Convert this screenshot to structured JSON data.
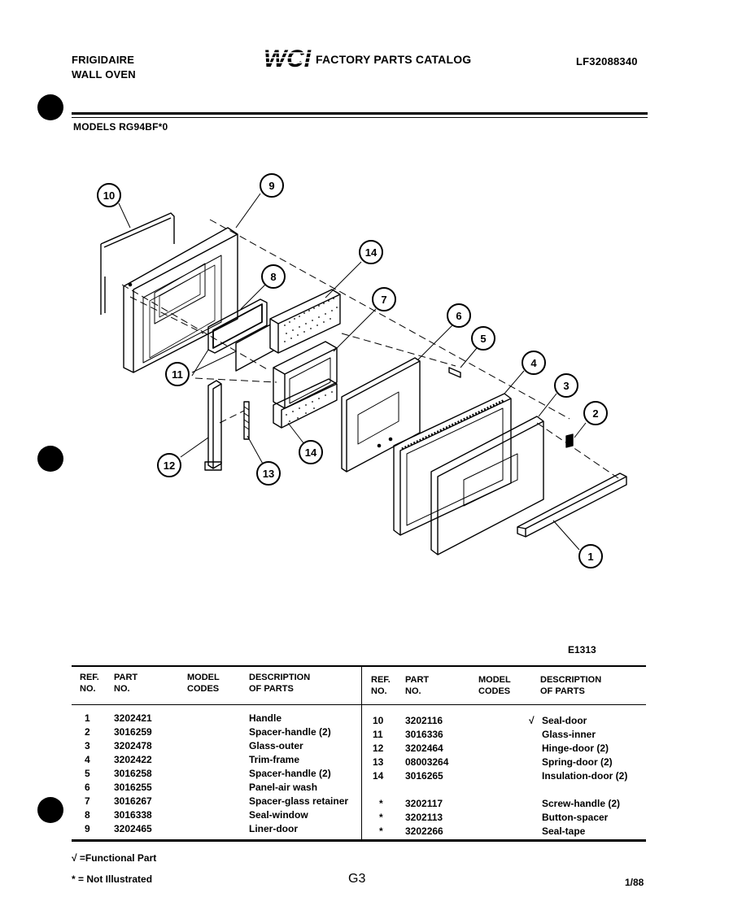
{
  "header": {
    "brand_line1": "FRIGIDAIRE",
    "brand_line2": "WALL OVEN",
    "logo": "WCI",
    "catalog_title": "FACTORY PARTS CATALOG",
    "catalog_no": "LF32088340",
    "models": "MODELS RG94BF*0"
  },
  "diagram": {
    "callouts": [
      "10",
      "9",
      "14",
      "8",
      "7",
      "6",
      "5",
      "4",
      "3",
      "2",
      "11",
      "12",
      "13",
      "14",
      "1"
    ],
    "figure_id": "E1313"
  },
  "table": {
    "headers": {
      "ref": "REF.\nNO.",
      "part": "PART\nNO.",
      "model": "MODEL\nCODES",
      "desc": "DESCRIPTION\nOF PARTS"
    },
    "left": [
      {
        "ref": "1",
        "part": "3202421",
        "mark": "",
        "desc": "Handle"
      },
      {
        "ref": "2",
        "part": "3016259",
        "mark": "",
        "desc": "Spacer-handle (2)"
      },
      {
        "ref": "3",
        "part": "3202478",
        "mark": "",
        "desc": "Glass-outer"
      },
      {
        "ref": "4",
        "part": "3202422",
        "mark": "",
        "desc": "Trim-frame"
      },
      {
        "ref": "5",
        "part": "3016258",
        "mark": "",
        "desc": "Spacer-handle (2)"
      },
      {
        "ref": "6",
        "part": "3016255",
        "mark": "",
        "desc": "Panel-air wash"
      },
      {
        "ref": "7",
        "part": "3016267",
        "mark": "",
        "desc": "Spacer-glass retainer"
      },
      {
        "ref": "8",
        "part": "3016338",
        "mark": "",
        "desc": "Seal-window"
      },
      {
        "ref": "9",
        "part": "3202465",
        "mark": "",
        "desc": "Liner-door"
      }
    ],
    "right": [
      {
        "ref": "10",
        "part": "3202116",
        "mark": "√",
        "desc": "Seal-door"
      },
      {
        "ref": "11",
        "part": "3016336",
        "mark": "",
        "desc": "Glass-inner"
      },
      {
        "ref": "12",
        "part": "3202464",
        "mark": "",
        "desc": "Hinge-door (2)"
      },
      {
        "ref": "13",
        "part": "08003264",
        "mark": "",
        "desc": "Spring-door (2)"
      },
      {
        "ref": "14",
        "part": "3016265",
        "mark": "",
        "desc": "Insulation-door (2)"
      },
      {
        "ref": "*",
        "part": "3202117",
        "mark": "",
        "desc": "Screw-handle (2)"
      },
      {
        "ref": "*",
        "part": "3202113",
        "mark": "",
        "desc": "Button-spacer"
      },
      {
        "ref": "*",
        "part": "3202266",
        "mark": "",
        "desc": "Seal-tape"
      }
    ]
  },
  "footer": {
    "legend1": "√ =Functional Part",
    "legend2": "* = Not Illustrated",
    "page": "G3",
    "date": "1/88"
  }
}
